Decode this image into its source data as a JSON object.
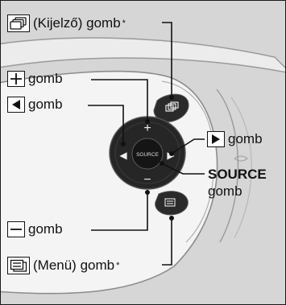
{
  "labels": {
    "display_button": "(Kijelző) gomb",
    "asterisk": "*",
    "plus_button": "gomb",
    "left_button": "gomb",
    "right_button": "gomb",
    "source_title": "SOURCE",
    "source_button": "gomb",
    "minus_button": "gomb",
    "menu_button": "(Menü) gomb"
  },
  "wheel_text": {
    "source_center": "SOURCE",
    "plus_sign": "+",
    "minus_sign": "−",
    "left_arrow": "◀",
    "right_arrow": "▶"
  },
  "colors": {
    "background": "#d6d6d6",
    "steering_wheel": "#f3f3f3",
    "control_pad": "#222222",
    "line": "#111111"
  },
  "icons": [
    "display-icon",
    "plus-icon",
    "left-arrow-icon",
    "right-arrow-icon",
    "minus-icon",
    "menu-icon"
  ]
}
